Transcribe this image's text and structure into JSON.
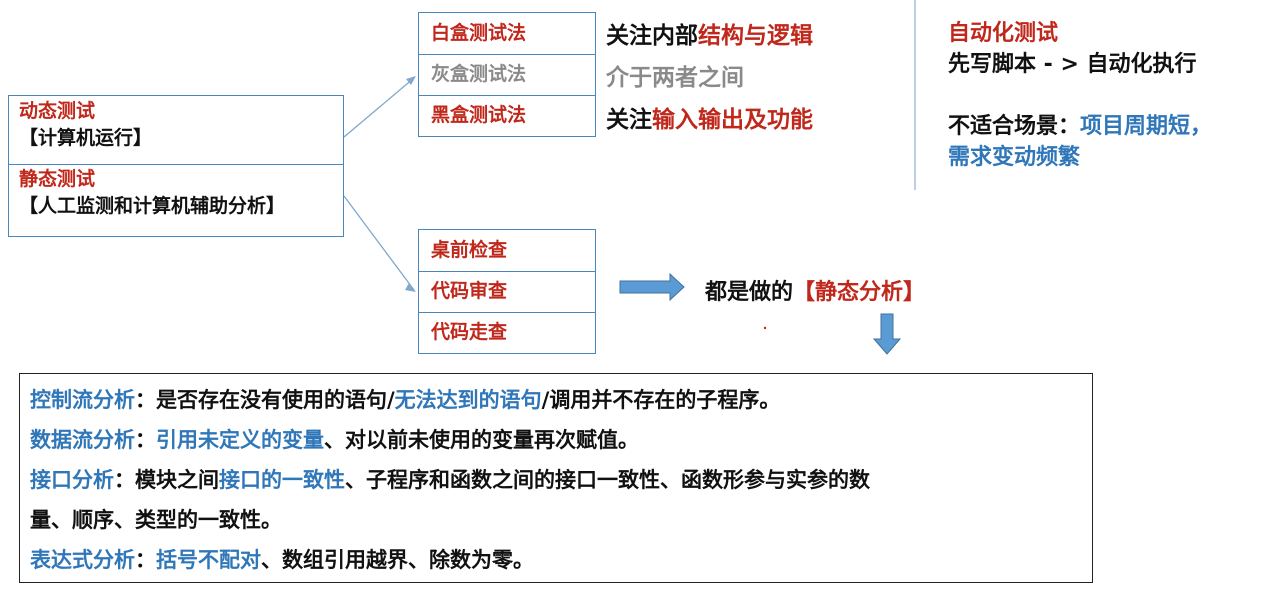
{
  "left_box": {
    "dynamic_title": "动态测试",
    "dynamic_desc": "【计算机运行】",
    "static_title": "静态测试",
    "static_desc": "【人工监测和计算机辅助分析】"
  },
  "methods": [
    {
      "label": "白盒测试法",
      "desc_plain": "关注内部",
      "desc_accent": "结构与逻辑"
    },
    {
      "label": "灰盒测试法",
      "desc_plain": "介于两者之间",
      "desc_accent": ""
    },
    {
      "label": "黑盒测试法",
      "desc_plain": "关注",
      "desc_accent": "输入输出及功能"
    }
  ],
  "reviews": [
    "桌前检查",
    "代码审查",
    "代码走查"
  ],
  "static_note": {
    "plain": "都是做的",
    "accent": "【静态分析】"
  },
  "automation": {
    "title": "自动化测试",
    "line": "先写脚本 - > 自动化执行",
    "unsuitable_label": "不适合场景：",
    "unsuitable_value_1": "项目周期短，",
    "unsuitable_value_2": "需求变动频繁"
  },
  "analysis": {
    "control_label": "控制流分析",
    "control_sep": "：",
    "control_a": "是否存在没有使用的语句/",
    "control_b": "无法达到的语句",
    "control_c": "/调用并不存在的子程序。",
    "data_label": "数据流分析",
    "data_sep": "：",
    "data_a": "引用未定义的变量",
    "data_b": "、对以前未使用的变量再次赋值。",
    "interface_label": "接口分析",
    "interface_sep": "：",
    "interface_a": "模块之间",
    "interface_b": "接口的一致性",
    "interface_c": "、子程序和函数之间的接口一致性、函数形参与实参的数",
    "interface_d": "量、顺序、类型的一致性。",
    "expr_label": "表达式分析",
    "expr_sep": "：",
    "expr_a": "括号不配对",
    "expr_b": "、数组引用越界、除数为零。"
  }
}
